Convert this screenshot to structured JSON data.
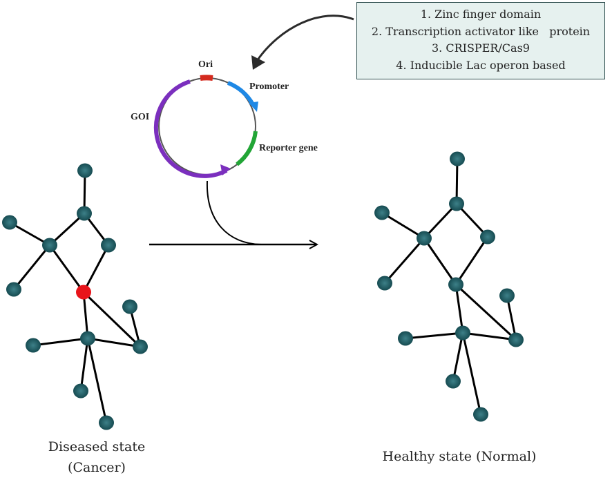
{
  "methods": [
    "1. Zinc finger domain",
    "2. Transcription activator like   protein",
    "3. CRISPER/Cas9",
    "4. Inducible Lac operon based"
  ],
  "vector": {
    "ori_label": "Ori",
    "promoter_label": "Promoter",
    "goi_label": "GOI",
    "reporter_label": "Reporter gene"
  },
  "states": {
    "diseased_line1": "Diseased state",
    "diseased_line2": "(Cancer)",
    "healthy": "Healthy state (Normal)"
  },
  "colors": {
    "node": "#1f5a60",
    "disease_node": "#e8141a",
    "ori": "#d42a1e",
    "promoter": "#1e88e5",
    "reporter": "#22a536",
    "goi": "#7b2fbe",
    "box_fill": "#e6f1ef"
  }
}
